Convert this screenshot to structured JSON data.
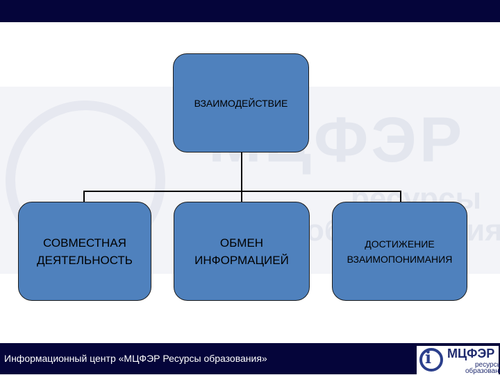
{
  "diagram": {
    "root": {
      "label": "ВЗАИМОДЕЙСТВИЕ"
    },
    "children": [
      {
        "lines": [
          "СОВМЕСТНАЯ",
          "ДЕЯТЕЛЬНОСТЬ"
        ]
      },
      {
        "lines": [
          "ОБМЕН",
          "ИНФОРМАЦИЕЙ"
        ]
      },
      {
        "lines": [
          "ДОСТИЖЕНИЕ",
          "ВЗАИМОПОНИМАНИЯ"
        ]
      }
    ],
    "node_color": "#4f81bd"
  },
  "watermark": {
    "title": "МЦФЭР",
    "line1": "ресурсы",
    "line2": "образования"
  },
  "footer": {
    "text": "Информационный центр «МЦФЭР Ресурсы образования»",
    "bar_color": "#05053a"
  },
  "logo": {
    "title": "МЦФЭР",
    "line1": "ресурсы",
    "line2": "образования"
  }
}
